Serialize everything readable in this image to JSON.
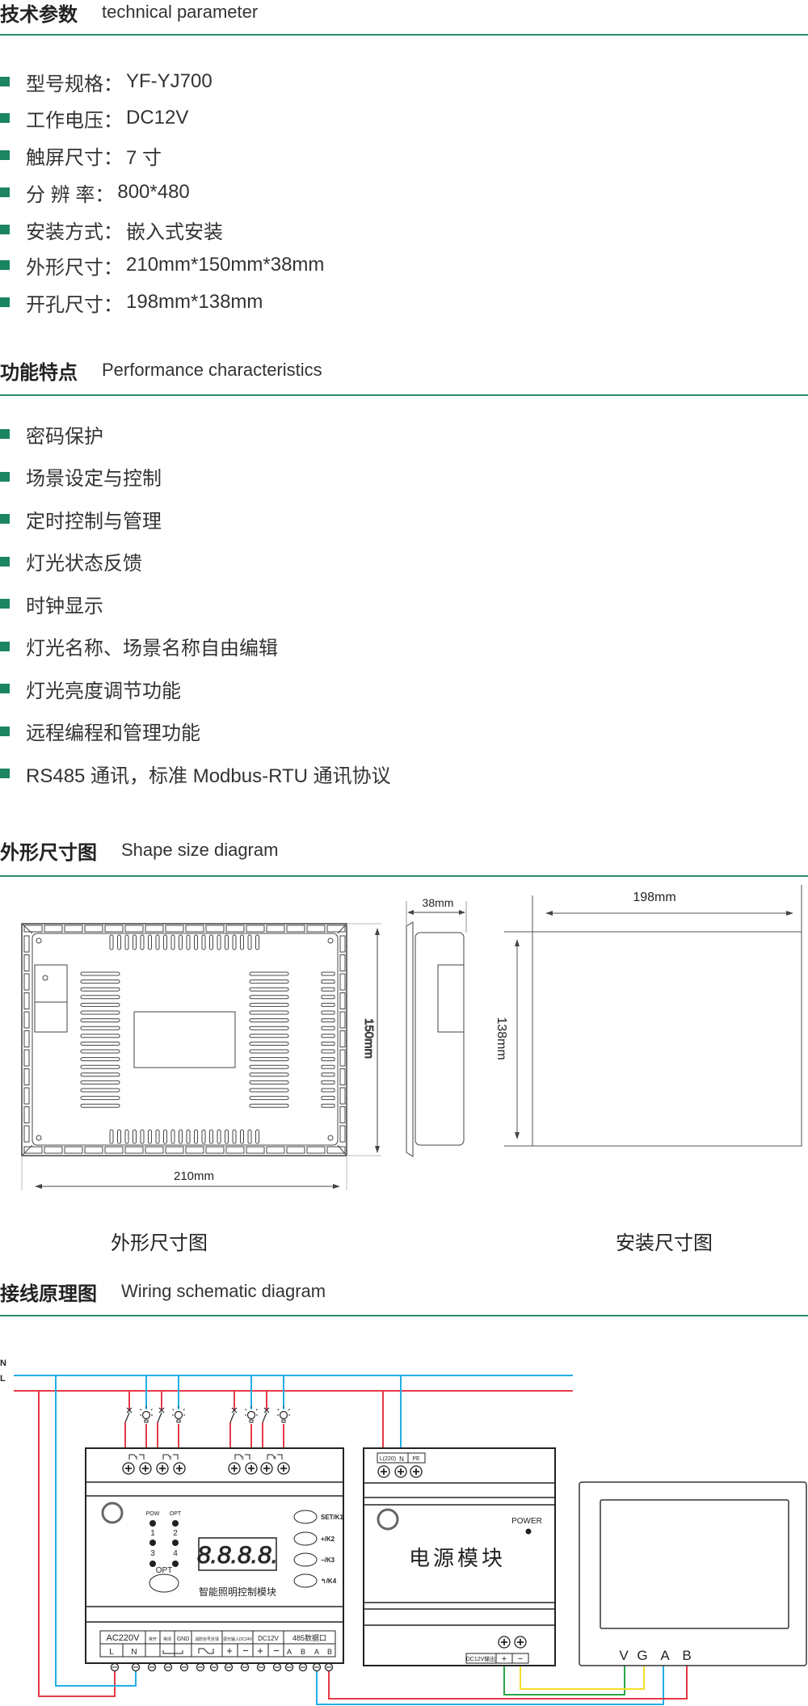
{
  "tech": {
    "title_cn": "技术参数",
    "title_en": "technical parameter",
    "items": [
      {
        "label": "型号规格：",
        "value": "YF-YJ700"
      },
      {
        "label": "工作电压：",
        "value": "DC12V"
      },
      {
        "label": "触屏尺寸：",
        "value": "7 寸"
      },
      {
        "label": "分 辨 率：",
        "value": "800*480"
      },
      {
        "label": "安装方式：",
        "value": "嵌入式安装"
      },
      {
        "label": "外形尺寸：",
        "value": " 210mm*150mm*38mm"
      },
      {
        "label": "开孔尺寸：",
        "value": " 198mm*138mm"
      }
    ]
  },
  "features": {
    "title_cn": "功能特点",
    "title_en": "Performance  characteristics",
    "items": [
      "密码保护",
      "场景设定与控制",
      "定时控制与管理",
      "灯光状态反馈",
      "时钟显示",
      "灯光名称、场景名称自由编辑",
      "灯光亮度调节功能",
      "远程编程和管理功能",
      "RS485 通讯，标准 Modbus-RTU 通讯协议"
    ]
  },
  "shape": {
    "title_cn": "外形尺寸图",
    "title_en": "Shape size diagram",
    "dims": {
      "width": "210mm",
      "height": "150mm",
      "depth": "38mm",
      "cut_width": "198mm",
      "cut_height": "138mm"
    },
    "captions": {
      "outline": "外形尺寸图",
      "install": "安装尺寸图"
    }
  },
  "wiring": {
    "title_cn": "接线原理图",
    "title_en": "Wiring schematic diagram",
    "lines": {
      "n": "N",
      "l": "L"
    },
    "module": {
      "name": "智能照明控制模块",
      "relays": [
        "1",
        "2",
        "3",
        "4"
      ],
      "leds": [
        "POW",
        "OPT",
        "1",
        "2",
        "3",
        "4"
      ],
      "opt_button": "OPT",
      "buttons": [
        "SET/K1",
        "+/K2",
        "−/K3",
        "↰/K4"
      ],
      "display": "8.8.8.8.",
      "terminal_headers": [
        "AC220V",
        "常开",
        "常闭",
        "GND",
        "消防信号反馈",
        "调光输入DC24V",
        "DC12V",
        "485数据口"
      ],
      "terminal_sub": [
        "L",
        "N",
        "+",
        "−",
        "+",
        "−",
        "A",
        "B",
        "A",
        "B"
      ]
    },
    "psu": {
      "name": "电源模块",
      "power_label": "POWER",
      "input_terminals": [
        "L(220)",
        "N",
        "PE"
      ],
      "output_label": "DC12V输出",
      "output_terminals": [
        "+",
        "−"
      ]
    },
    "touchscreen": {
      "terminals": [
        "V",
        "G",
        "A",
        "B"
      ]
    }
  },
  "colors": {
    "accent": "#2b8c6c",
    "bullet": "#1b8461",
    "live": "#e63946",
    "neutral": "#22aee6",
    "dc_pos": "#f2e02a",
    "dc_neg": "#2aa84a"
  }
}
